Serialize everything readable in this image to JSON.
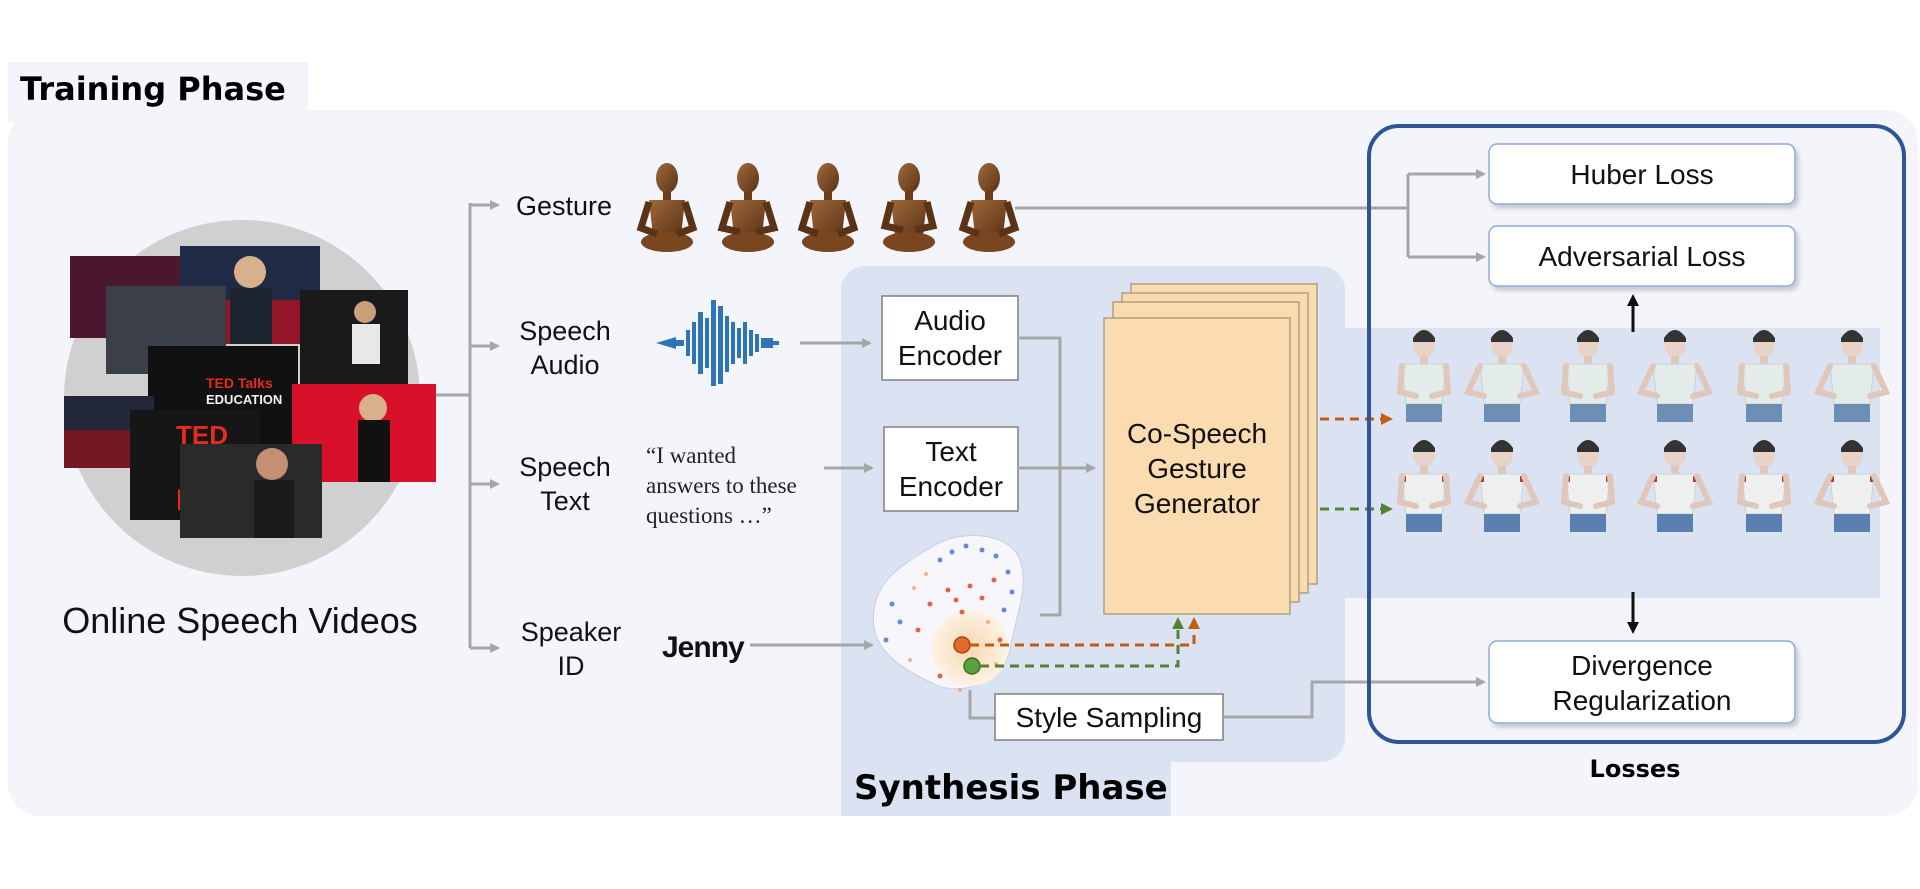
{
  "phases": {
    "training": "Training Phase",
    "synthesis": "Synthesis Phase"
  },
  "source": {
    "label": "Online Speech Videos",
    "thumbnail_texts": [
      "TED Talks",
      "EDUCATION",
      "TED",
      "ED"
    ]
  },
  "inputs": {
    "gesture": "Gesture",
    "speech_audio": [
      "Speech",
      "Audio"
    ],
    "speech_text": [
      "Speech",
      "Text"
    ],
    "speaker_id": [
      "Speaker",
      "ID"
    ]
  },
  "examples": {
    "quote_lines": [
      "“I wanted",
      "answers to these",
      "questions …”"
    ],
    "speaker_name": "Jenny"
  },
  "encoders": {
    "audio": [
      "Audio",
      "Encoder"
    ],
    "text": [
      "Text",
      "Encoder"
    ]
  },
  "generator": [
    "Co-Speech",
    "Gesture",
    "Generator"
  ],
  "style_sampling": "Style Sampling",
  "losses": {
    "title": "Losses",
    "huber": "Huber Loss",
    "adversarial": "Adversarial Loss",
    "divergence": [
      "Divergence",
      "Regularization"
    ]
  },
  "colors": {
    "panel_bg": "#f3f5fb",
    "synthesis_bg": "#dbe3f3",
    "losses_border": "#2f5597",
    "generator_fill": "#fbdcb0",
    "orange_arrow": "#c55a11",
    "green_arrow": "#548235",
    "audio_wave": "#2e75b6",
    "arrow_gray": "#a6a6a6"
  },
  "icons": [
    "mannequin-icon",
    "waveform-icon",
    "style-latent-scatter-icon",
    "avatar-icon"
  ]
}
